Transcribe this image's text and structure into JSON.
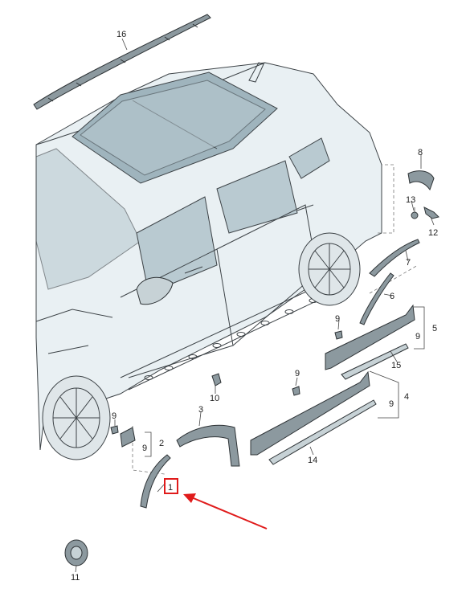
{
  "callouts": [
    {
      "id": "c1",
      "text": "1"
    },
    {
      "id": "c2",
      "text": "2"
    },
    {
      "id": "c3",
      "text": "3"
    },
    {
      "id": "c4",
      "text": "4"
    },
    {
      "id": "c5",
      "text": "5"
    },
    {
      "id": "c6",
      "text": "6"
    },
    {
      "id": "c7",
      "text": "7"
    },
    {
      "id": "c8",
      "text": "8"
    },
    {
      "id": "c9a",
      "text": "9"
    },
    {
      "id": "c9b",
      "text": "9"
    },
    {
      "id": "c9c",
      "text": "9"
    },
    {
      "id": "c9d",
      "text": "9"
    },
    {
      "id": "c9e",
      "text": "9"
    },
    {
      "id": "c9f",
      "text": "9"
    },
    {
      "id": "c10",
      "text": "10"
    },
    {
      "id": "c11",
      "text": "11"
    },
    {
      "id": "c12",
      "text": "12"
    },
    {
      "id": "c13",
      "text": "13"
    },
    {
      "id": "c14",
      "text": "14"
    },
    {
      "id": "c15",
      "text": "15"
    },
    {
      "id": "c16",
      "text": "16"
    }
  ],
  "highlight": {
    "target": "1",
    "box_color": "#e01b1b",
    "arrow_color": "#e01b1b"
  },
  "colors": {
    "body": "#e9f0f3",
    "glass": "#b9cad1",
    "part": "#8c999f",
    "line": "#3d4347"
  }
}
